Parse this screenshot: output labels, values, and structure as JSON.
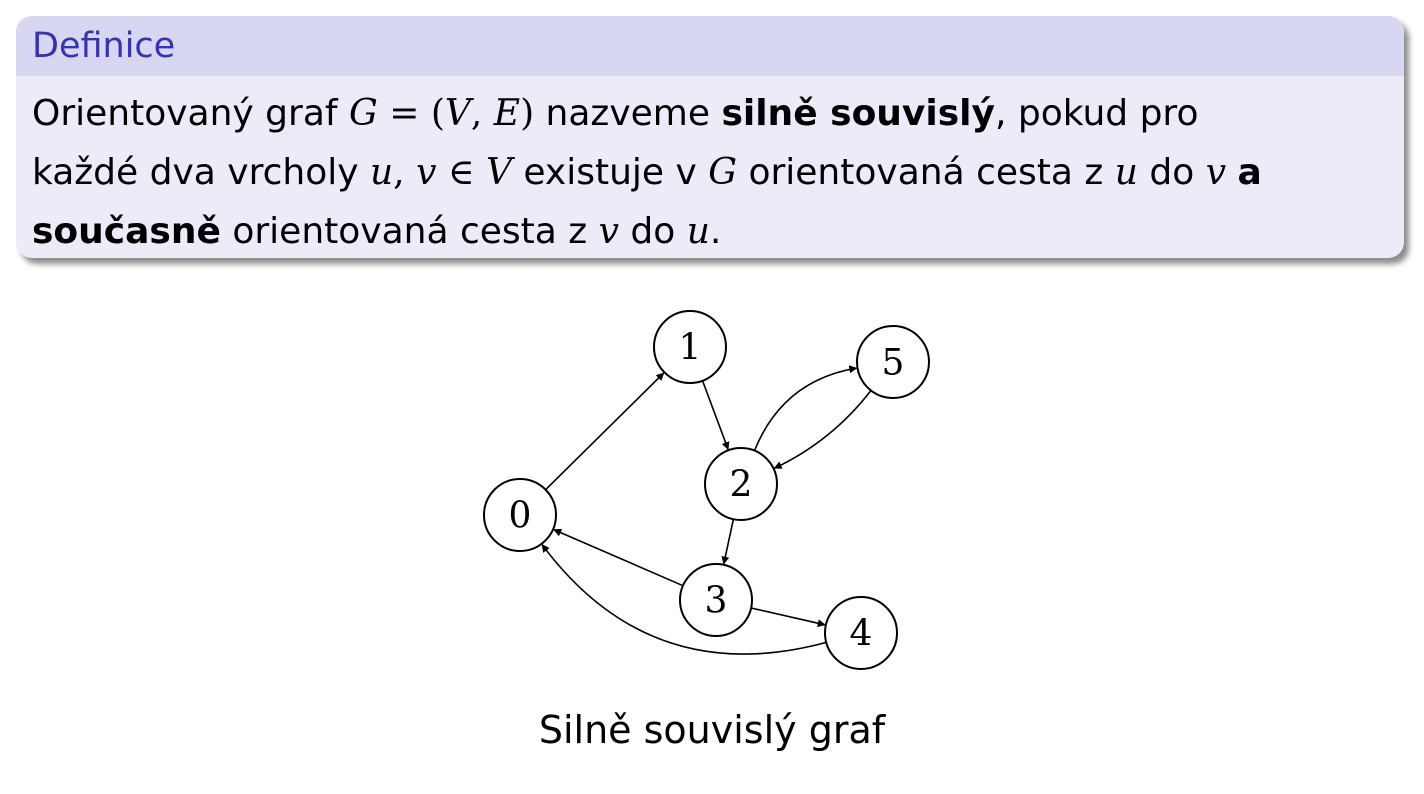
{
  "definition": {
    "title": "Definice",
    "line1": {
      "t1": "Orientovaný graf ",
      "m_G": "G",
      "m_eq": " = (",
      "m_V": "V",
      "m_comma": ", ",
      "m_E": "E",
      "m_close": ")",
      "t2": " nazveme ",
      "bold": "silně souvislý",
      "t3": ", pokud pro"
    },
    "line2": {
      "t1": "každé dva vrcholy ",
      "m_u": "u",
      "m_comma": ", ",
      "m_v": "v",
      "m_in": " ∈ ",
      "m_V": "V",
      "t2": " existuje v ",
      "m_G": "G",
      "t3": " orientovaná cesta z ",
      "m_u2": "u",
      "t4": " do ",
      "m_v2": "v",
      "t5": " ",
      "bold": "a"
    },
    "line3": {
      "bold": "současně",
      "t1": " orientovaná cesta z ",
      "m_v": "v",
      "t2": " do ",
      "m_u": "u",
      "t3": "."
    }
  },
  "graph": {
    "nodes": [
      {
        "id": "0",
        "label": "0"
      },
      {
        "id": "1",
        "label": "1"
      },
      {
        "id": "2",
        "label": "2"
      },
      {
        "id": "3",
        "label": "3"
      },
      {
        "id": "4",
        "label": "4"
      },
      {
        "id": "5",
        "label": "5"
      }
    ],
    "edges": [
      {
        "from": "0",
        "to": "1"
      },
      {
        "from": "1",
        "to": "2"
      },
      {
        "from": "2",
        "to": "5"
      },
      {
        "from": "5",
        "to": "2"
      },
      {
        "from": "2",
        "to": "3"
      },
      {
        "from": "3",
        "to": "0"
      },
      {
        "from": "3",
        "to": "4"
      },
      {
        "from": "4",
        "to": "0"
      }
    ]
  },
  "caption": "Silně souvislý graf"
}
